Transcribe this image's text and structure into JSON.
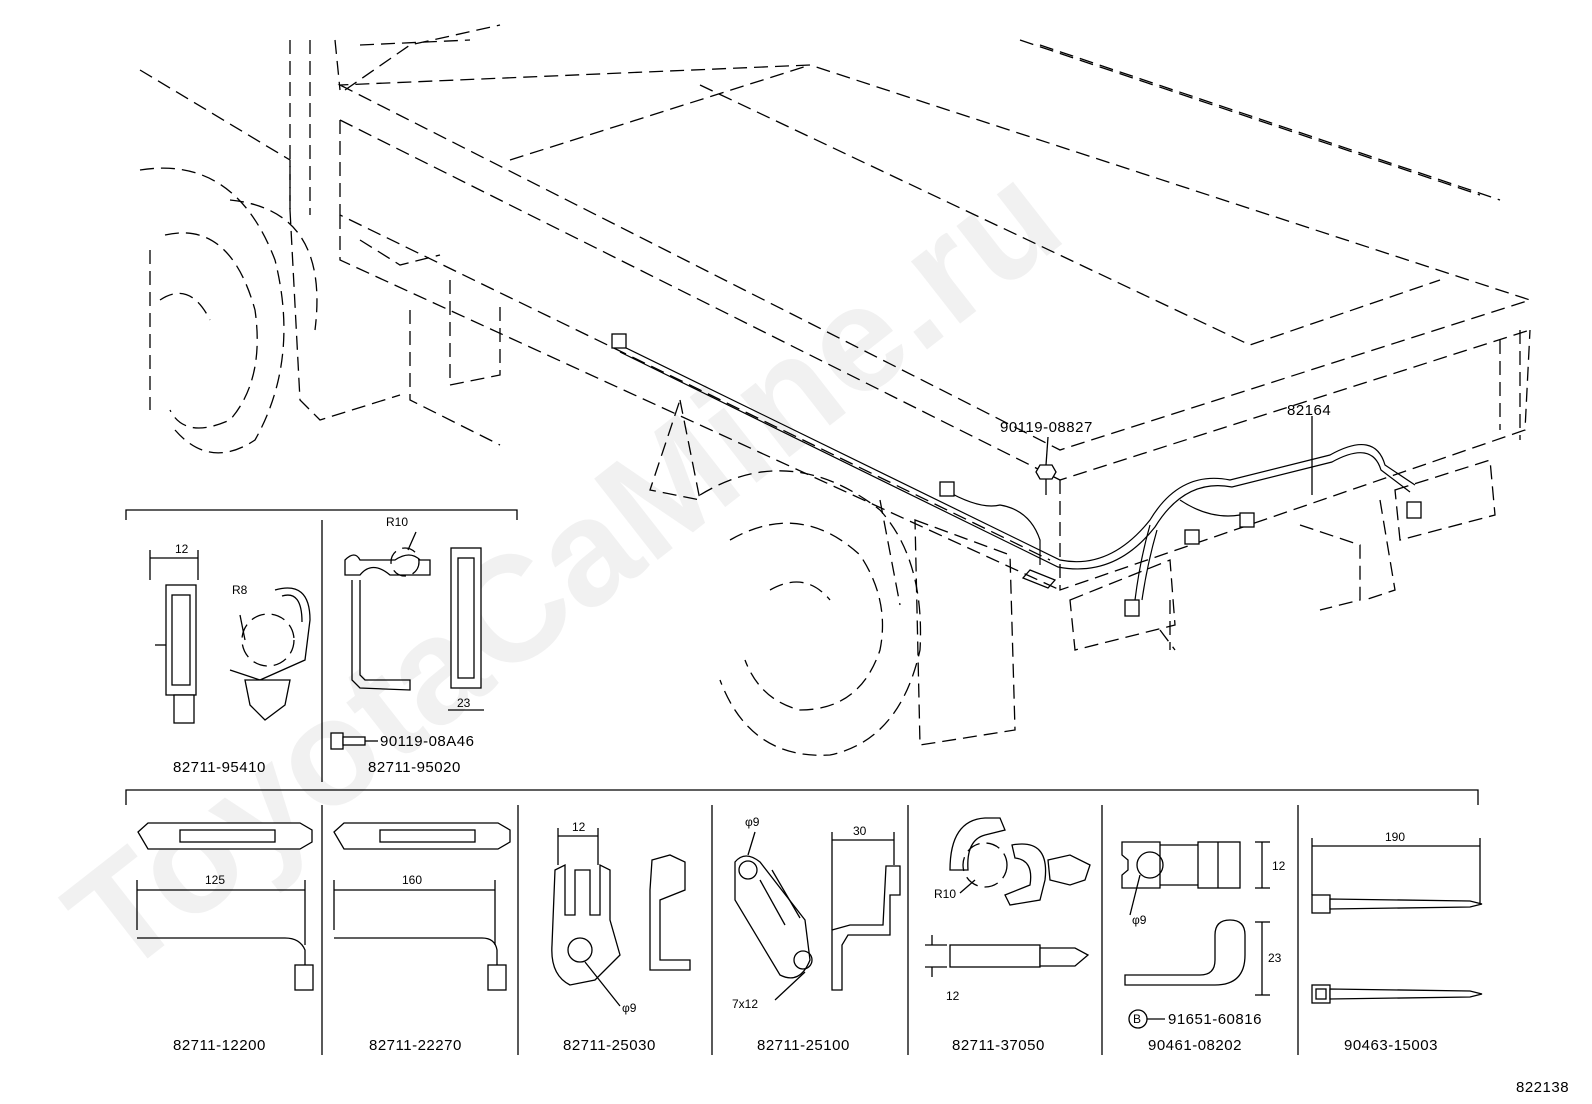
{
  "diagram": {
    "watermark": "ToyotaCaMine.ru",
    "figure_number": "822138",
    "callouts": {
      "bolt_top": "90119-08827",
      "harness": "82164",
      "bolt_bracket": "90119-08A46",
      "bolt_marker": "B",
      "bolt_b": "91651-60816"
    },
    "upper_parts": [
      {
        "part_number": "82711-95410",
        "dims": [
          "12",
          "R8"
        ]
      },
      {
        "part_number": "82711-95020",
        "dims": [
          "R10",
          "23"
        ]
      }
    ],
    "lower_parts": [
      {
        "part_number": "82711-12200",
        "dims": [
          "125"
        ]
      },
      {
        "part_number": "82711-22270",
        "dims": [
          "160"
        ]
      },
      {
        "part_number": "82711-25030",
        "dims": [
          "12",
          "φ9"
        ]
      },
      {
        "part_number": "82711-25100",
        "dims": [
          "φ9",
          "30",
          "7x12"
        ]
      },
      {
        "part_number": "82711-37050",
        "dims": [
          "R10",
          "12"
        ]
      },
      {
        "part_number": "90461-08202",
        "dims": [
          "12",
          "φ9",
          "23"
        ]
      },
      {
        "part_number": "90463-15003",
        "dims": [
          "190"
        ]
      }
    ]
  }
}
